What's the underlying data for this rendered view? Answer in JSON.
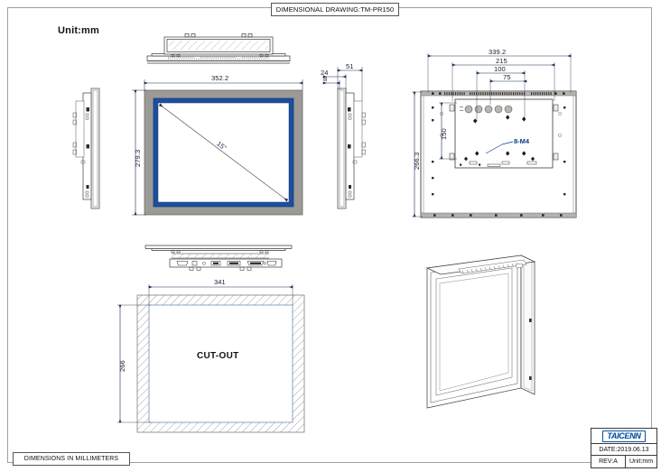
{
  "sheet": {
    "title_banner": "DIMENSIONAL DRAWING:TM-PR150",
    "unit_label": "Unit:mm",
    "note": "DIMENSIONS IN MILLIMETERS"
  },
  "title_block": {
    "logo": "TAICENN",
    "date": "DATE:2019.06.13",
    "rev": "REV:A",
    "unit": "Unit:mm"
  },
  "views": {
    "top_view": {
      "name": "top-view"
    },
    "left_side_view": {
      "name": "left-side-view"
    },
    "front_view": {
      "name": "front-view",
      "width_dim": "352.2",
      "height_dim": "279.3",
      "diagonal_label": "15\""
    },
    "right_side_view": {
      "name": "right-side-view",
      "depth_total": "51",
      "depth_mid": "24",
      "depth_front": "8"
    },
    "rear_view": {
      "name": "rear-view",
      "width_outer": "339.2",
      "width_215": "215",
      "width_100": "100",
      "width_75": "75",
      "height_outer": "266.3",
      "height_inner": "150",
      "mount_callout": "8-M4"
    },
    "bottom_view": {
      "name": "bottom-io-view"
    },
    "cutout_view": {
      "name": "cutout-view",
      "label": "CUT-OUT",
      "width_dim": "341",
      "height_dim": "266"
    },
    "iso_view": {
      "name": "isometric-view"
    }
  },
  "colors": {
    "bezel_gray": "#9c9a96",
    "screen_blue": "#1c4f9c",
    "dim_blue": "#1a2a50",
    "logo_blue": "#0b57a4",
    "line": "#3a3a3a"
  }
}
